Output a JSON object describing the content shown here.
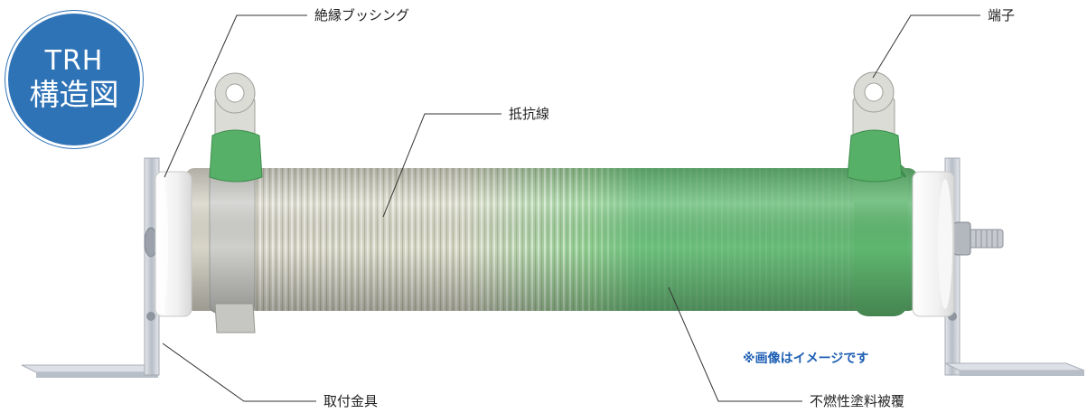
{
  "badge": {
    "line1": "TRH",
    "line2": "構造図"
  },
  "callouts": {
    "insulating_bushing": "絶縁ブッシング",
    "terminal": "端子",
    "resistance_wire": "抵抗線",
    "mounting_bracket": "取付金具",
    "nonflammable_coating": "不燃性塗料被覆"
  },
  "note": "※画像はイメージです",
  "colors": {
    "badge_blue": "#2f73b7",
    "note_blue": "#1f5fb4",
    "coating_green": "#6cc07c",
    "wire_silver": "#d9d6cc"
  }
}
